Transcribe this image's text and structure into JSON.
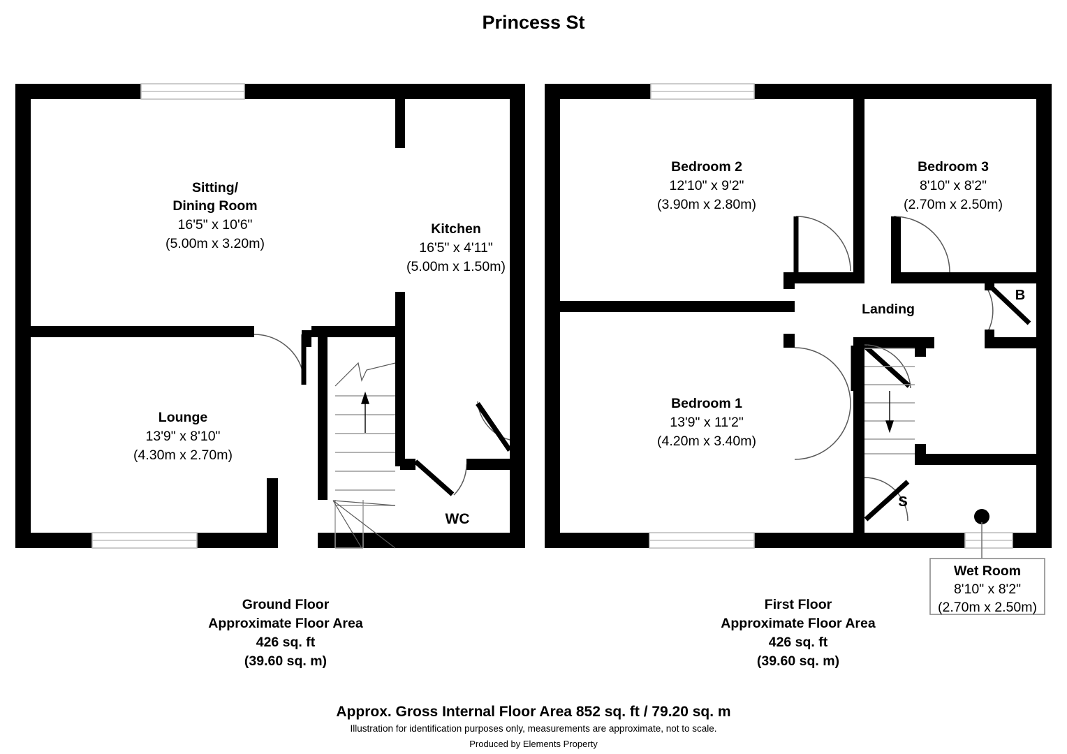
{
  "header": {
    "title": "Princess St"
  },
  "ground_floor": {
    "rooms": [
      {
        "name": "sitting-dining-room",
        "label_line1": "Sitting/",
        "label_line2": "Dining Room",
        "dim_imperial": "16'5\" x 10'6\"",
        "dim_metric": "(5.00m x 3.20m)"
      },
      {
        "name": "kitchen",
        "label_line1": "Kitchen",
        "dim_imperial": "16'5\" x 4'11\"",
        "dim_metric": "(5.00m x 1.50m)"
      },
      {
        "name": "lounge",
        "label_line1": "Lounge",
        "dim_imperial": "13'9\" x 8'10\"",
        "dim_metric": "(4.30m x 2.70m)"
      },
      {
        "name": "wc",
        "label_line1": "WC"
      }
    ],
    "footer": {
      "line1": "Ground Floor",
      "line2": "Approximate Floor Area",
      "line3": "426 sq. ft",
      "line4": "(39.60 sq. m)"
    }
  },
  "first_floor": {
    "rooms": [
      {
        "name": "bedroom-2",
        "label_line1": "Bedroom 2",
        "dim_imperial": "12'10\" x 9'2\"",
        "dim_metric": "(3.90m x 2.80m)"
      },
      {
        "name": "bedroom-3",
        "label_line1": "Bedroom 3",
        "dim_imperial": "8'10\" x 8'2\"",
        "dim_metric": "(2.70m x 2.50m)"
      },
      {
        "name": "bedroom-1",
        "label_line1": "Bedroom 1",
        "dim_imperial": "13'9\" x 11'2\"",
        "dim_metric": "(4.20m x 3.40m)"
      },
      {
        "name": "landing",
        "label_line1": "Landing"
      }
    ],
    "markers": [
      {
        "name": "bathroom-marker",
        "label": "B"
      },
      {
        "name": "store-marker",
        "label": "S"
      }
    ],
    "callout": {
      "name": "wet-room",
      "label_line1": "Wet Room",
      "dim_imperial": "8'10\" x 8'2\"",
      "dim_metric": "(2.70m x 2.50m)"
    },
    "footer": {
      "line1": "First Floor",
      "line2": "Approximate Floor Area",
      "line3": "426 sq. ft",
      "line4": "(39.60 sq. m)"
    }
  },
  "footer": {
    "gross_area": "Approx. Gross Internal Floor Area 852 sq. ft / 79.20 sq. m",
    "disclaimer": "Illustration for identification purposes only, measurements are approximate, not to scale.",
    "producer": "Produced by Elements Property"
  },
  "colors": {
    "wall": "#000000",
    "background": "#ffffff",
    "window_stroke": "#bfbfbf",
    "door_arc": "#5a5a5a",
    "stair": "#9a9a9a"
  }
}
